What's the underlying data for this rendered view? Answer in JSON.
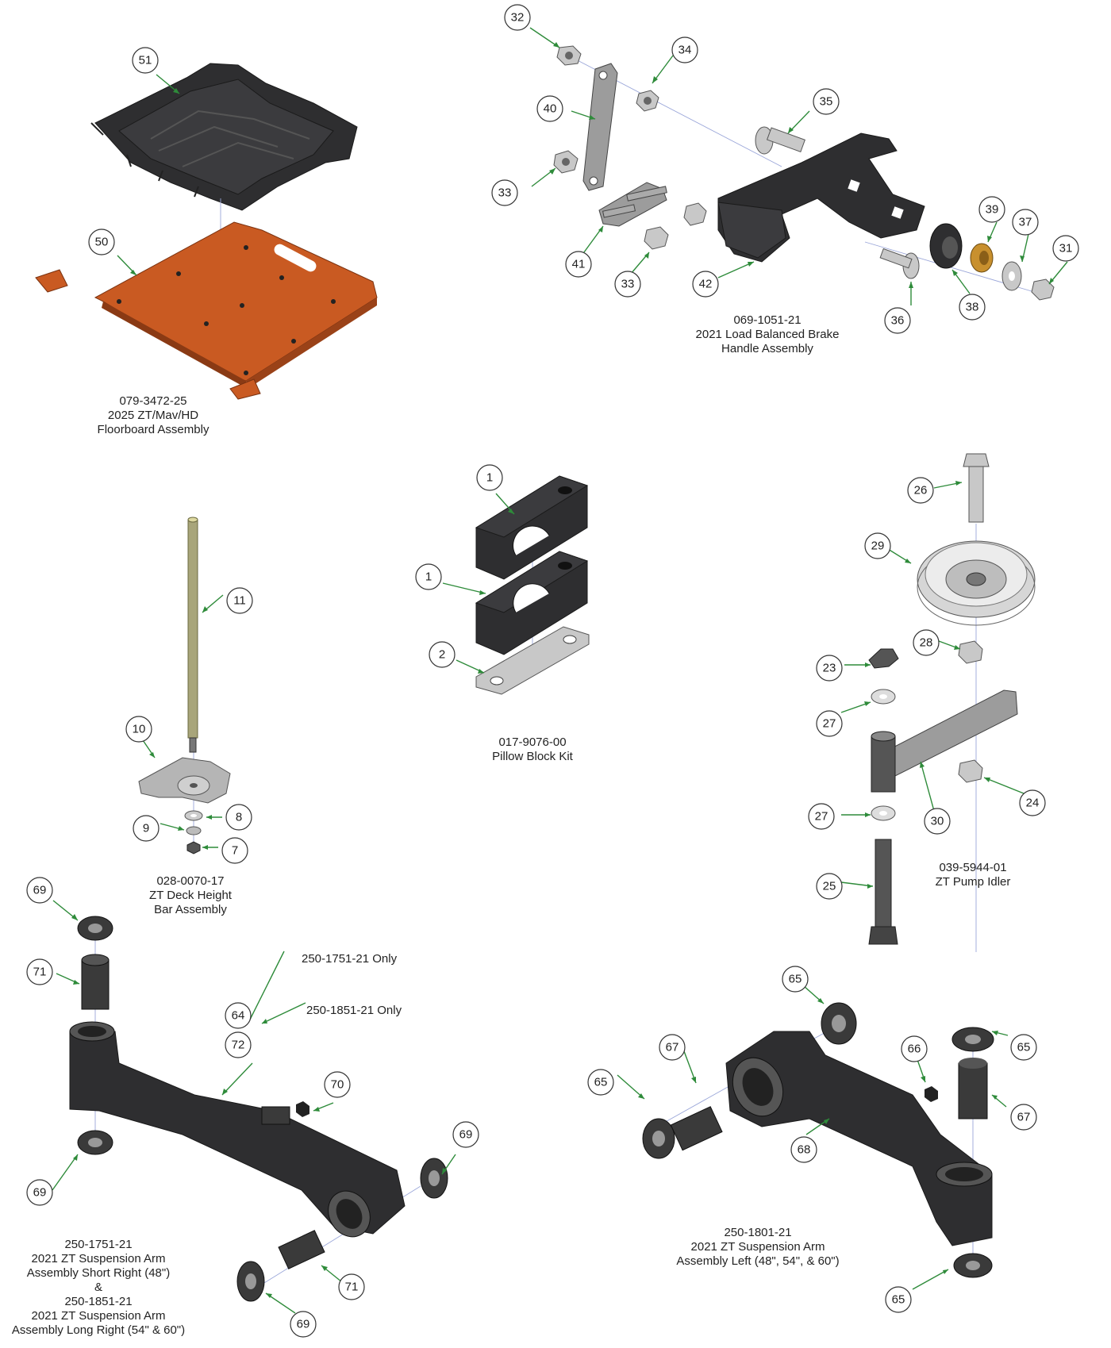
{
  "assemblies": {
    "floorboard": [
      "079-3472-25",
      "2025 ZT/Mav/HD",
      "Floorboard Assembly"
    ],
    "brake": [
      "069-1051-21",
      "2021 Load Balanced Brake",
      "Handle Assembly"
    ],
    "pillow": [
      "017-9076-00",
      "Pillow Block Kit"
    ],
    "deck_height": [
      "028-0070-17",
      "ZT Deck Height",
      "Bar Assembly"
    ],
    "idler": [
      "039-5944-01",
      "ZT Pump Idler"
    ],
    "suspension_right": [
      "250-1751-21",
      "2021 ZT Suspension Arm",
      "Assembly Short Right (48\")",
      "&",
      "250-1851-21",
      "2021 ZT Suspension Arm",
      "Assembly Long Right (54\" & 60\")"
    ],
    "suspension_left": [
      "250-1801-21",
      "2021 ZT Suspension Arm",
      "Assembly Left (48\", 54\", & 60\")"
    ]
  },
  "notes": {
    "only_1751": "250-1751-21 Only",
    "only_1851": "250-1851-21 Only"
  },
  "callouts": {
    "c51": "51",
    "c50": "50",
    "c32": "32",
    "c34": "34",
    "c40": "40",
    "c35": "35",
    "c33a": "33",
    "c33b": "33",
    "c41": "41",
    "c42": "42",
    "c39": "39",
    "c37": "37",
    "c31": "31",
    "c38": "38",
    "c36": "36",
    "c1a": "1",
    "c1b": "1",
    "c2": "2",
    "c26": "26",
    "c29": "29",
    "c28": "28",
    "c23": "23",
    "c27a": "27",
    "c27b": "27",
    "c24": "24",
    "c30": "30",
    "c25": "25",
    "c11": "11",
    "c10": "10",
    "c8": "8",
    "c9": "9",
    "c7": "7",
    "c69a": "69",
    "c71a": "71",
    "c64": "64",
    "c72": "72",
    "c70": "70",
    "c69b": "69",
    "c69c": "69",
    "c71b": "71",
    "c69d": "69",
    "c65a": "65",
    "c67a": "67",
    "c66": "66",
    "c65b": "65",
    "c65c": "65",
    "c67b": "67",
    "c68": "68",
    "c65d": "65"
  },
  "colors": {
    "leader": "#2e8b3a",
    "floorboard": "#c95a22",
    "bushing": "#c8902e",
    "part_dark": "#2e2e30"
  }
}
